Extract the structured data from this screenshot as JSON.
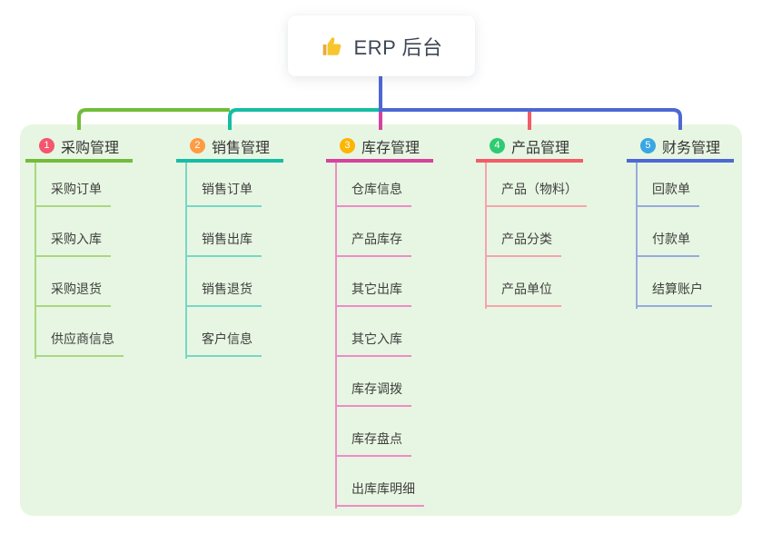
{
  "root": {
    "icon": "👍",
    "title": "ERP 后台"
  },
  "palette": {
    "panel_bg": "#e7f6e2",
    "root_line": "#4d68d4",
    "thumb_yellow": "#f7c52d",
    "thumb_cuff": "#e9a83d"
  },
  "branches": [
    {
      "index": "1",
      "label": "采购管理",
      "badge_color": "#f4566e",
      "line_color": "#72bc3a",
      "child_line_color": "#aad77f",
      "children": [
        "采购订单",
        "采购入库",
        "采购退货",
        "供应商信息"
      ]
    },
    {
      "index": "2",
      "label": "销售管理",
      "badge_color": "#fd9c43",
      "line_color": "#16bda4",
      "child_line_color": "#76d7c6",
      "children": [
        "销售订单",
        "销售出库",
        "销售退货",
        "客户信息"
      ]
    },
    {
      "index": "3",
      "label": "库存管理",
      "badge_color": "#fdb503",
      "line_color": "#d5429f",
      "child_line_color": "#ef8cc6",
      "children": [
        "仓库信息",
        "产品库存",
        "其它出库",
        "其它入库",
        "库存调拨",
        "库存盘点",
        "出库库明细"
      ]
    },
    {
      "index": "4",
      "label": "产品管理",
      "badge_color": "#2fcb71",
      "line_color": "#f05d67",
      "child_line_color": "#f7a4aa",
      "children": [
        "产品（物料）",
        "产品分类",
        "产品单位"
      ]
    },
    {
      "index": "5",
      "label": "财务管理",
      "badge_color": "#39a7e3",
      "line_color": "#4d68d4",
      "child_line_color": "#96aade",
      "children": [
        "回款单",
        "付款单",
        "结算账户"
      ]
    }
  ]
}
